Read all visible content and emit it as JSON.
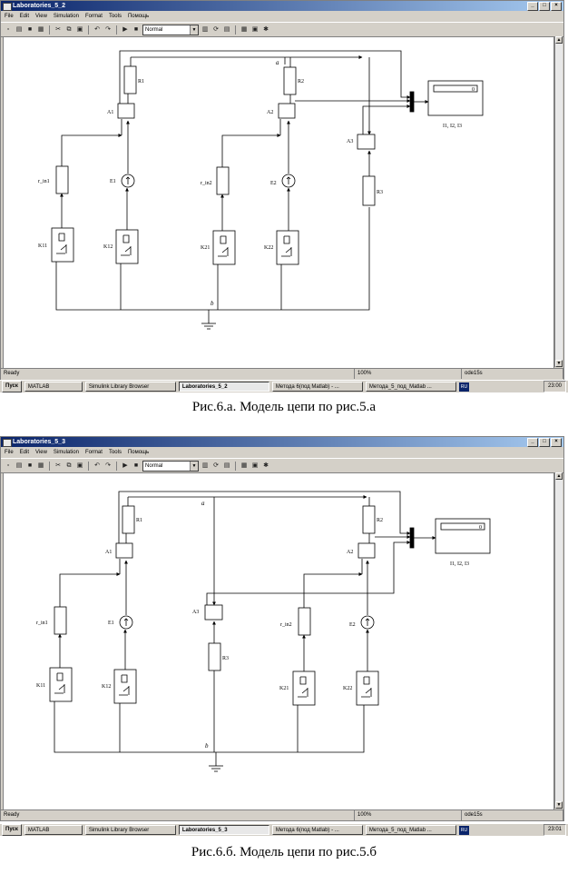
{
  "windows": [
    {
      "title": "Laboratories_5_2",
      "menu": [
        "File",
        "Edit",
        "View",
        "Simulation",
        "Format",
        "Tools",
        "Помощь"
      ],
      "mode": "Normal",
      "status": {
        "ready": "Ready",
        "zoom": "100%",
        "solver": "ode15s"
      },
      "taskbar": {
        "start": "Пуск",
        "tasks": [
          "MATLAB",
          "Simulink Library Browser",
          "Laboratories_5_2",
          "Метода 6(под Matlab) - ...",
          "Метода_5_под_Matlab ..."
        ],
        "lang": "RU",
        "time": "23:00"
      },
      "diagram": {
        "blocks": {
          "r1": "R1",
          "r2": "R2",
          "r3": "R3",
          "a1": "A1",
          "a2": "A2",
          "a3": "A3",
          "e1": "E1",
          "e2": "E2",
          "rin1": "r_in1",
          "rin2": "r_in2",
          "k11": "K11",
          "k12": "K12",
          "k21": "K21",
          "k22": "K22"
        },
        "nodes": {
          "a": "a",
          "b": "b"
        },
        "display": {
          "value": "0",
          "label": "I1, I2, I3"
        }
      },
      "caption": "Рис.6.а. Модель цепи по рис.5.а"
    },
    {
      "title": "Laboratories_5_3",
      "menu": [
        "File",
        "Edit",
        "View",
        "Simulation",
        "Format",
        "Tools",
        "Помощь"
      ],
      "mode": "Normal",
      "status": {
        "ready": "Ready",
        "zoom": "100%",
        "solver": "ode15s"
      },
      "taskbar": {
        "start": "Пуск",
        "tasks": [
          "MATLAB",
          "Simulink Library Browser",
          "Laboratories_5_3",
          "Метода 6(под Matlab) - ...",
          "Метода_5_под_Matlab ..."
        ],
        "lang": "RU",
        "time": "23:01"
      },
      "diagram": {
        "blocks": {
          "r1": "R1",
          "r2": "R2",
          "r3": "R3",
          "a1": "A1",
          "a2": "A2",
          "a3": "A3",
          "e1": "E1",
          "e2": "E2",
          "rin1": "r_in1",
          "rin2": "r_in2",
          "k11": "K11",
          "k12": "K12",
          "k21": "K21",
          "k22": "K22"
        },
        "nodes": {
          "a": "a",
          "b": "b"
        },
        "display": {
          "value": "0",
          "label": "I1, I2, I3"
        }
      },
      "caption": "Рис.6.б. Модель цепи по рис.5.б"
    }
  ]
}
